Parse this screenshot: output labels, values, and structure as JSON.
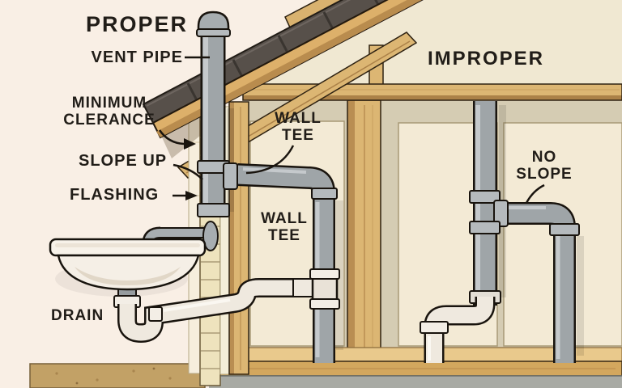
{
  "diagram": {
    "title_left": "PROPER",
    "title_right": "IMPROPER",
    "labels": {
      "vent_pipe": "VENT PIPE",
      "minimum_clearance_line1": "MINIMUM",
      "minimum_clearance_line2": "CLERANCE",
      "slope_up": "SLOPE UP",
      "flashing": "FLASHING",
      "wall_tee_upper_line1": "WALL",
      "wall_tee_upper_line2": "TEE",
      "wall_tee_lower_line1": "WALL",
      "wall_tee_lower_line2": "TEE",
      "drain": "DRAIN",
      "no_slope_line1": "NO",
      "no_slope_line2": "SLOPE"
    },
    "colors": {
      "background": "#f9efe5",
      "gable_wall": "#f0e8d2",
      "interior_wall": "#d5ccb3",
      "panel": "#f3ead5",
      "wood": "#dcb673",
      "shingles": "#57504a",
      "pipe_gray": "#9fa5a8",
      "pipe_white": "#efe9df",
      "soil": "#c2a166",
      "concrete": "#a8aaa4",
      "text": "#211d18"
    }
  }
}
